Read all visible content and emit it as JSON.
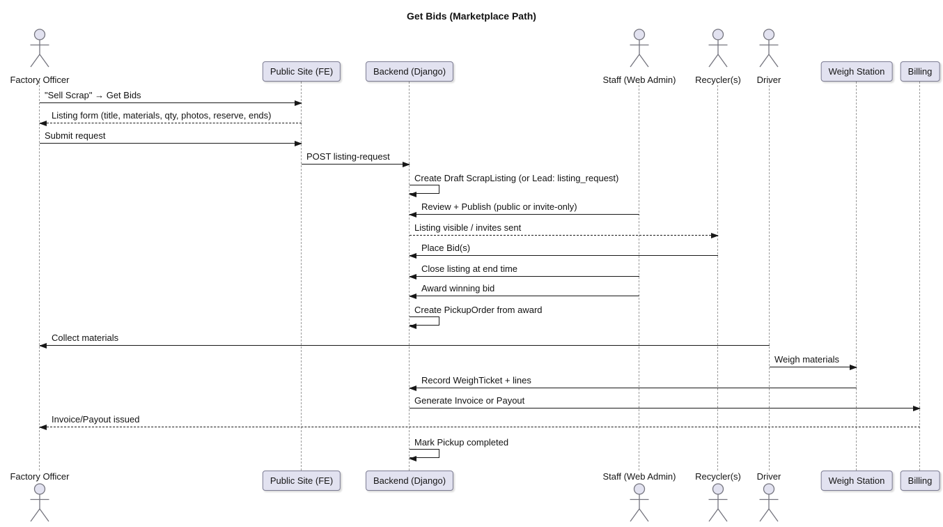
{
  "title": "Get Bids (Marketplace Path)",
  "colors": {
    "participant_fill": "#E2E2F0",
    "participant_border": "#7B7B92",
    "message_line": "#181818",
    "lifeline": "#9A9A9A",
    "background": "#FFFFFF"
  },
  "participants": [
    {
      "name": "Factory Officer",
      "type": "actor"
    },
    {
      "name": "Public Site (FE)",
      "type": "box"
    },
    {
      "name": "Backend (Django)",
      "type": "box"
    },
    {
      "name": "Staff (Web Admin)",
      "type": "actor"
    },
    {
      "name": "Recycler(s)",
      "type": "actor"
    },
    {
      "name": "Driver",
      "type": "actor"
    },
    {
      "name": "Weigh Station",
      "type": "box"
    },
    {
      "name": "Billing",
      "type": "box"
    }
  ],
  "messages": [
    {
      "label": "\"Sell Scrap\" → Get Bids",
      "from": "Factory Officer",
      "to": "Public Site (FE)",
      "style": "solid"
    },
    {
      "label": "Listing form (title, materials, qty, photos, reserve, ends)",
      "from": "Public Site (FE)",
      "to": "Factory Officer",
      "style": "dashed"
    },
    {
      "label": "Submit request",
      "from": "Factory Officer",
      "to": "Public Site (FE)",
      "style": "solid"
    },
    {
      "label": "POST listing-request",
      "from": "Public Site (FE)",
      "to": "Backend (Django)",
      "style": "solid"
    },
    {
      "label": "Create Draft ScrapListing (or Lead: listing_request)",
      "from": "Backend (Django)",
      "to": "Backend (Django)",
      "style": "self"
    },
    {
      "label": "Review + Publish (public or invite-only)",
      "from": "Staff (Web Admin)",
      "to": "Backend (Django)",
      "style": "solid"
    },
    {
      "label": "Listing visible / invites sent",
      "from": "Backend (Django)",
      "to": "Recycler(s)",
      "style": "dashed"
    },
    {
      "label": "Place Bid(s)",
      "from": "Recycler(s)",
      "to": "Backend (Django)",
      "style": "solid"
    },
    {
      "label": "Close listing at end time",
      "from": "Staff (Web Admin)",
      "to": "Backend (Django)",
      "style": "solid"
    },
    {
      "label": "Award winning bid",
      "from": "Staff (Web Admin)",
      "to": "Backend (Django)",
      "style": "solid"
    },
    {
      "label": "Create PickupOrder from award",
      "from": "Backend (Django)",
      "to": "Backend (Django)",
      "style": "self"
    },
    {
      "label": "Collect materials",
      "from": "Driver",
      "to": "Factory Officer",
      "style": "solid"
    },
    {
      "label": "Weigh materials",
      "from": "Driver",
      "to": "Weigh Station",
      "style": "solid"
    },
    {
      "label": "Record WeighTicket + lines",
      "from": "Weigh Station",
      "to": "Backend (Django)",
      "style": "solid"
    },
    {
      "label": "Generate Invoice or Payout",
      "from": "Backend (Django)",
      "to": "Billing",
      "style": "solid"
    },
    {
      "label": "Invoice/Payout issued",
      "from": "Billing",
      "to": "Factory Officer",
      "style": "dashed"
    },
    {
      "label": "Mark Pickup completed",
      "from": "Backend (Django)",
      "to": "Backend (Django)",
      "style": "self"
    }
  ]
}
